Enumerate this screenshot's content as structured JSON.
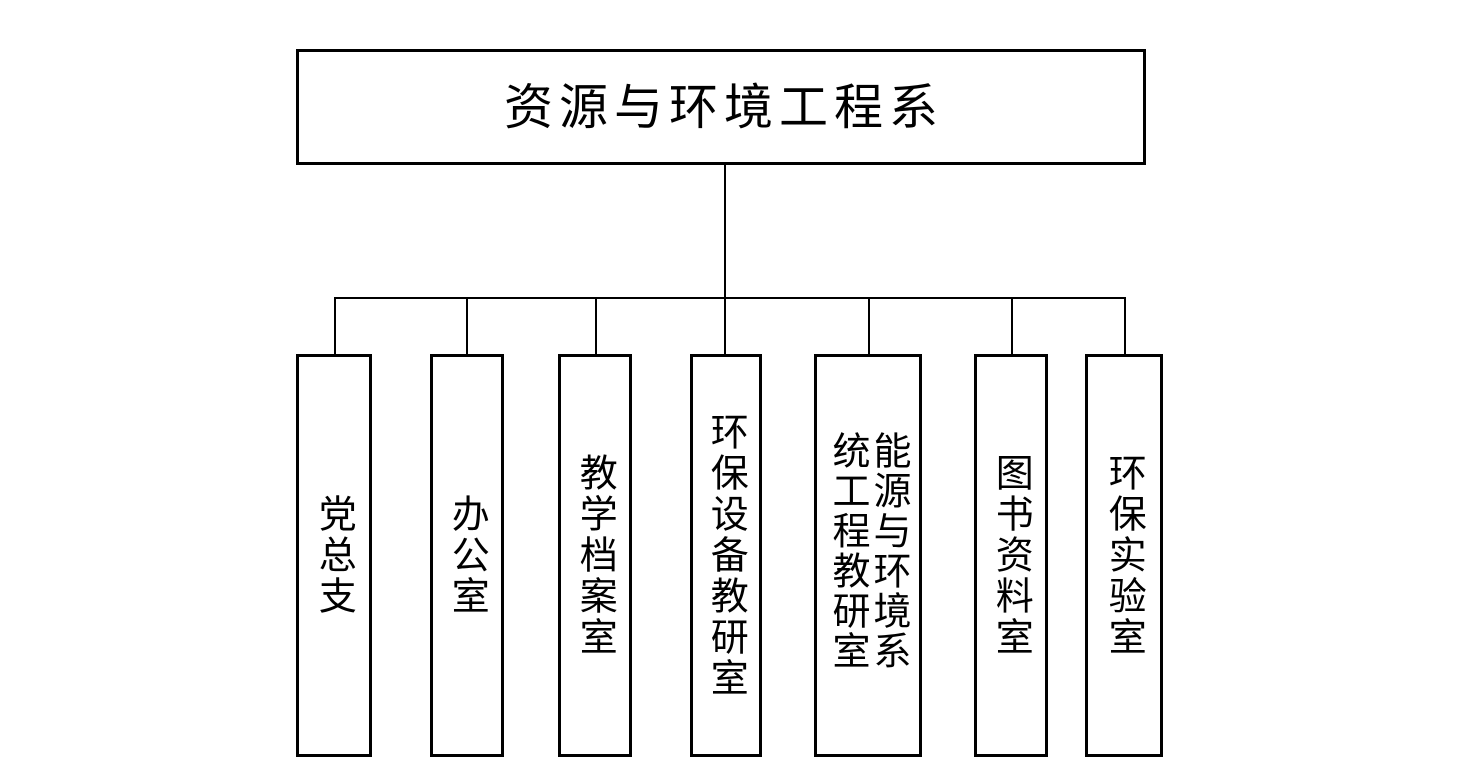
{
  "diagram": {
    "type": "organization-chart",
    "orientation": "top-down",
    "text_direction": "vertical-rl",
    "background_color": "#ffffff",
    "line_color": "#000000",
    "border_color": "#000000",
    "root": {
      "label": "资源与环境工程系"
    },
    "children": [
      {
        "label": "党总支",
        "columns": 1
      },
      {
        "label": "办公室",
        "columns": 1
      },
      {
        "label": "教学档案室",
        "columns": 1
      },
      {
        "label": "环保设备教研室",
        "columns": 1
      },
      {
        "label": "能源与环境系统工程教研室",
        "columns": 2
      },
      {
        "label": "图书资料室",
        "columns": 1
      },
      {
        "label": "环保实验室",
        "columns": 1
      }
    ]
  }
}
